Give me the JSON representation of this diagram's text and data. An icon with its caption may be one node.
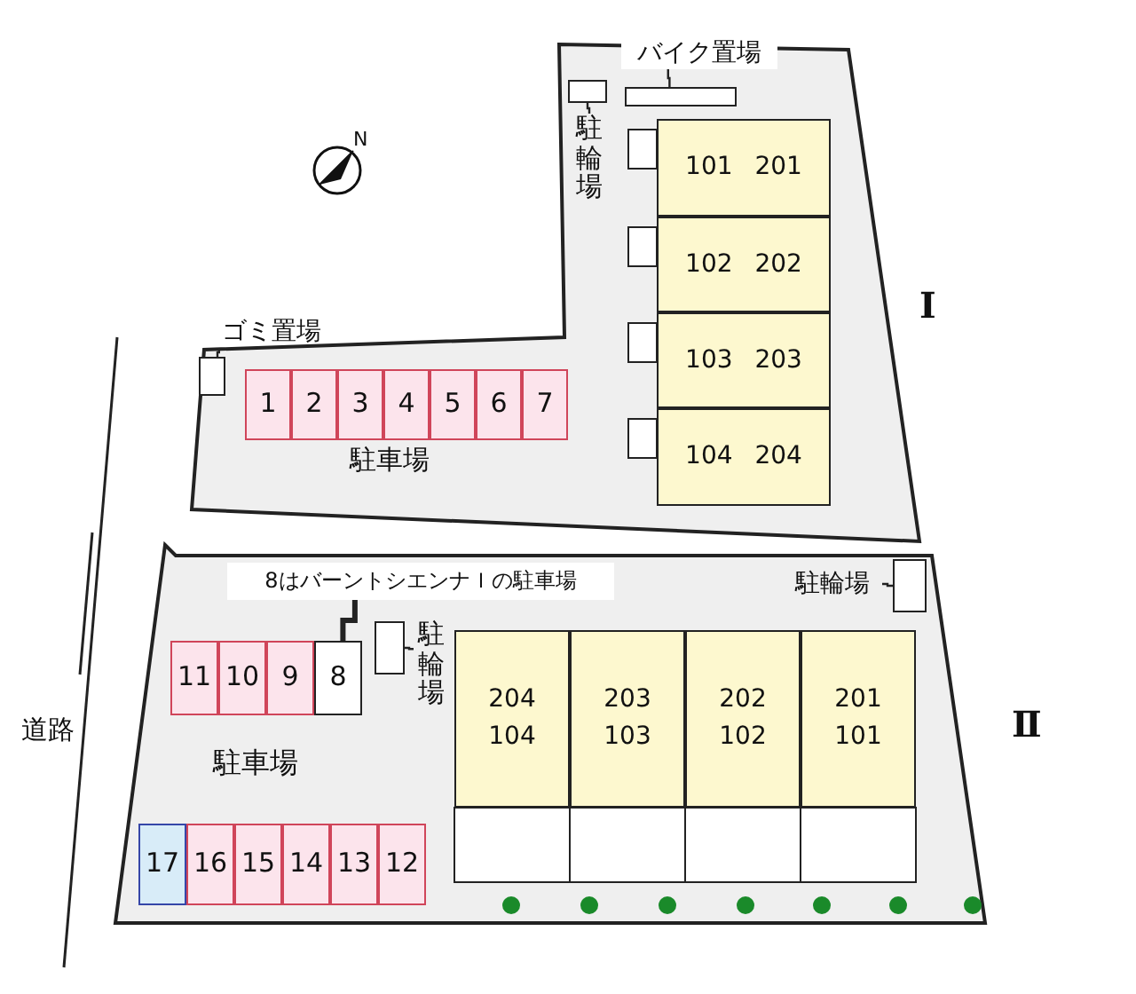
{
  "diagram": {
    "nodes": [
      {
        "text": [
          "バイク置場"
        ]
      },
      {
        "text": [],
        "shape": "box"
      },
      {
        "text": [
          "駐輪場"
        ]
      },
      {
        "text": [],
        "shape": "box"
      },
      {
        "text": [
          "ゴミ置場"
        ]
      },
      {
        "text": [],
        "shape": "box"
      },
      {
        "text": [
          "1"
        ]
      },
      {
        "text": [
          "2"
        ]
      },
      {
        "text": [
          "3"
        ]
      },
      {
        "text": [
          "4"
        ]
      },
      {
        "text": [
          "5"
        ]
      },
      {
        "text": [
          "6"
        ]
      },
      {
        "text": [
          "7"
        ]
      },
      {
        "text": [
          "101 201"
        ]
      },
      {
        "text": [
          "102 202"
        ]
      },
      {
        "text": [
          "103 203"
        ]
      },
      {
        "text": [
          "104 204"
        ]
      },
      {
        "text": [
          "8はバーントシエンナＩの駐車場"
        ]
      },
      {
        "text": [
          "11"
        ]
      },
      {
        "text": [
          "10"
        ]
      },
      {
        "text": [
          "9"
        ]
      },
      {
        "text": [
          "8"
        ]
      },
      {
        "text": [
          "駐輪場"
        ]
      },
      {
        "text": [],
        "shape": "box"
      },
      {
        "text": [
          "駐輪場"
        ]
      },
      {
        "text": [],
        "shape": "box"
      },
      {
        "text": [
          "204 104"
        ]
      },
      {
        "text": [
          "203 103"
        ]
      },
      {
        "text": [
          "202 102"
        ]
      },
      {
        "text": [
          "201 101"
        ]
      },
      {
        "text": [
          "17"
        ]
      },
      {
        "text": [
          "16"
        ]
      },
      {
        "text": [
          "15"
        ]
      },
      {
        "text": [
          "14"
        ]
      },
      {
        "text": [
          "13"
        ]
      },
      {
        "text": [
          "12"
        ]
      }
    ],
    "edges": [
      {
        "from": 0,
        "to": 1,
        "arrow": "none"
      },
      {
        "from": 2,
        "to": 3,
        "arrow": "none"
      },
      {
        "from": 4,
        "to": 5,
        "arrow": "none"
      },
      {
        "from": 17,
        "to": 21,
        "arrow": "none",
        "style": "thick"
      },
      {
        "from": 22,
        "to": 23,
        "arrow": "none"
      },
      {
        "from": 24,
        "to": 25,
        "arrow": "none"
      }
    ],
    "labels": [
      "N",
      "Ⅰ",
      "駐車場",
      "道路",
      "Ⅱ",
      "駐車場"
    ]
  }
}
